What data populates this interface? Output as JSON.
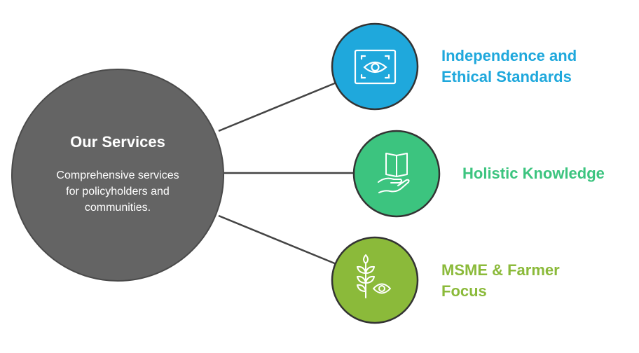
{
  "center": {
    "title": "Our Services",
    "description_lines": [
      "Comprehensive services",
      "for policyholders and",
      "communities."
    ],
    "color": "#646464"
  },
  "items": [
    {
      "label_lines": [
        "Independence and",
        "Ethical Standards"
      ],
      "icon": "eye-scan-icon",
      "color": "#1fa8dc"
    },
    {
      "label_lines": [
        "Holistic Knowledge"
      ],
      "icon": "book-in-hand-icon",
      "color": "#3cc47f"
    },
    {
      "label_lines": [
        "MSME & Farmer",
        "Focus"
      ],
      "icon": "wheat-eye-icon",
      "color": "#8bba3a"
    }
  ]
}
